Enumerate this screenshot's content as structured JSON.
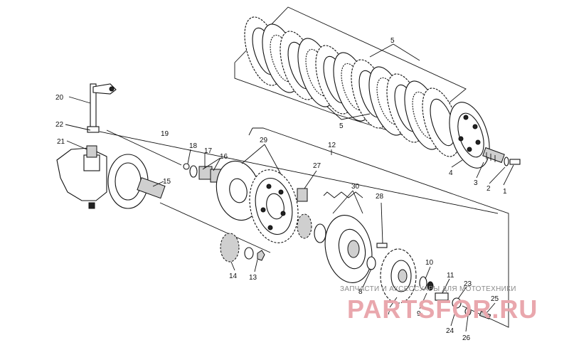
{
  "callouts": {
    "c1": "1",
    "c2": "2",
    "c3": "3",
    "c4": "4",
    "c5a": "5",
    "c5b": "5",
    "c7": "7",
    "c8": "8",
    "c9": "9",
    "c10": "10",
    "c11": "11",
    "c12": "12",
    "c13": "13",
    "c14": "14",
    "c15": "15",
    "c16": "16",
    "c17": "17",
    "c18": "18",
    "c19": "19",
    "c20": "20",
    "c21": "21",
    "c22": "22",
    "c23": "23",
    "c24": "24",
    "c25": "25",
    "c26": "26",
    "c27": "27",
    "c28": "28",
    "c29": "29",
    "c30": "30"
  },
  "watermark": {
    "tagline": "ЗАПЧАСТИ И АКСЕССУАРЫ ДЛЯ МОТОТЕХНИКИ",
    "brand": "PARTSFOR.RU",
    "color": "#e9a7ad"
  }
}
